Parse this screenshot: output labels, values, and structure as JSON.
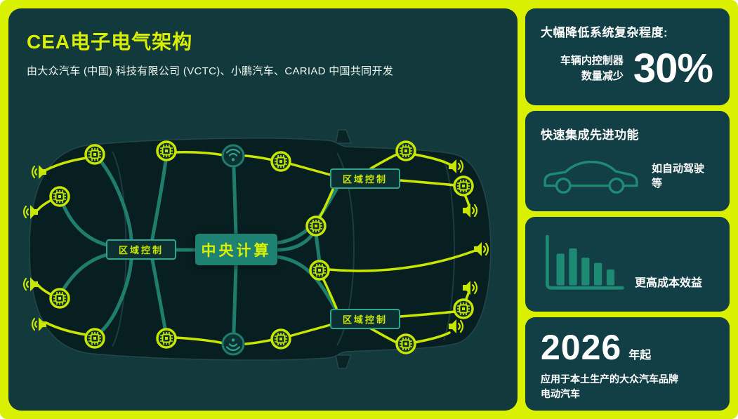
{
  "header": {
    "title": "CEA电子电气架构",
    "subtitle": "由大众汽车 (中国) 科技有限公司 (VCTC)、小鹏汽车、CARIAD 中国共同开发"
  },
  "diagram": {
    "central_compute_label": "中央计算",
    "zone_control_label": "区域控制"
  },
  "cards": {
    "complexity": {
      "heading": "大幅降低系统复杂程度:",
      "label": "车辆内控制器\n数量减少",
      "value": "30%"
    },
    "features": {
      "heading": "快速集成先进功能",
      "caption": "如自动驾驶等"
    },
    "cost": {
      "caption": "更高成本效益"
    },
    "timeline": {
      "year": "2026",
      "year_suffix": "年起",
      "caption": "应用于本土生产的大众汽车品牌\n电动汽车"
    }
  },
  "colors": {
    "background_lime": "#D9F000",
    "panel_teal": "#12393C",
    "card_teal": "#123E45",
    "accent_teal": "#1E8272",
    "line_teal": "#1F7D6B",
    "node_lime": "#C8E600",
    "text_white": "#FFFFFF"
  }
}
